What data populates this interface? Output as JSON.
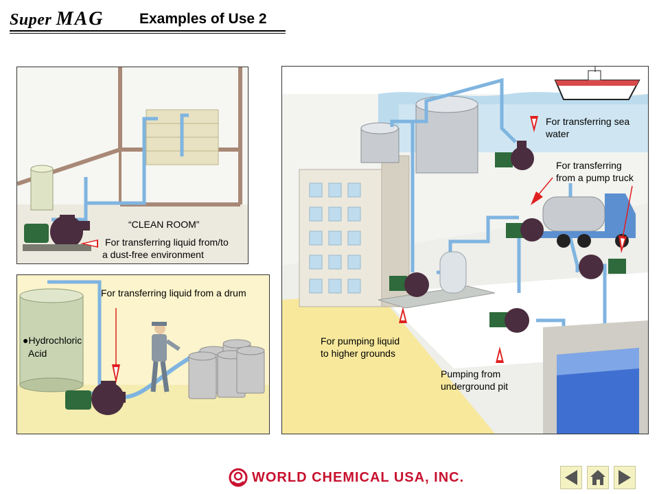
{
  "header": {
    "logo_super": "Super",
    "logo_mag": "MAG",
    "title": "Examples of Use 2"
  },
  "panels": {
    "clean_room": {
      "title": "“CLEAN ROOM”",
      "caption_line1": "For transferring liquid from/to",
      "caption_line2": "a dust-free environment"
    },
    "drum": {
      "caption": "For transferring  liquid from a drum",
      "hcl_line1": "●Hydrochloric",
      "hcl_line2": "Acid"
    },
    "plant": {
      "sea_line1": "For transferring  sea",
      "sea_line2": "water",
      "truck_line1": "For transferring",
      "truck_line2": "from a pump truck",
      "higher_line1": "For pumping liquid",
      "higher_line2": "to higher grounds",
      "pit_line1": "Pumping from",
      "pit_line2": "underground  pit"
    }
  },
  "footer": {
    "company": "WORLD CHEMICAL USA, INC."
  },
  "nav": {
    "prev_icon": "left-arrow-icon",
    "home_icon": "home-icon",
    "next_icon": "right-arrow-icon"
  },
  "colors": {
    "pipe": "#7fb4e0",
    "pump_body": "#4a2d3e",
    "motor": "#2e6a3c",
    "arrow": "#e02020",
    "nav_bg": "#f4f2c2",
    "company_red": "#c8102e"
  }
}
